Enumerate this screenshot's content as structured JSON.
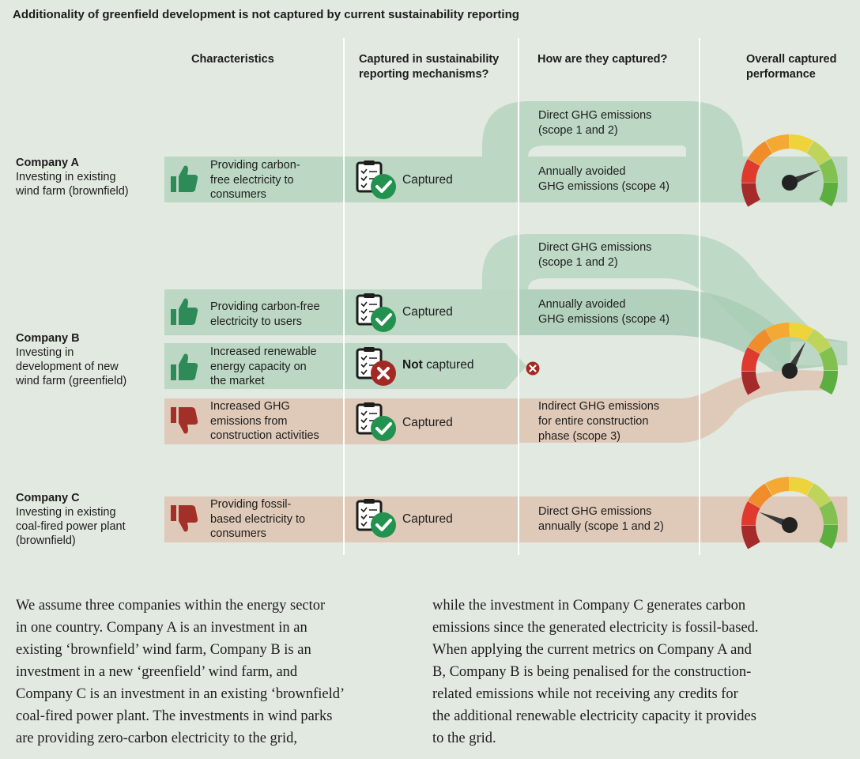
{
  "title": "Additionality of greenfield development is not captured by current sustainability reporting",
  "headers": {
    "characteristics": "Characteristics",
    "captured_line1": "Captured in sustainability",
    "captured_line2": "reporting mechanisms?",
    "how": "How are they captured?",
    "overall_line1": "Overall captured",
    "overall_line2": "performance"
  },
  "companies": {
    "a": {
      "name": "Company A",
      "desc": [
        "Investing in existing",
        "wind farm (brownfield)"
      ]
    },
    "b": {
      "name": "Company B",
      "desc": [
        "Investing in",
        "development of new",
        "wind farm (greenfield)"
      ]
    },
    "c": {
      "name": "Company C",
      "desc": [
        "Investing in existing",
        "coal-fired power plant",
        "(brownfield)"
      ]
    }
  },
  "rows": {
    "a1": {
      "char": [
        "Providing carbon-",
        "free electricity to",
        "consumers"
      ],
      "status": "Captured",
      "how": [
        "Annually avoided",
        "GHG emissions (scope 4)"
      ],
      "flow": [
        "Direct GHG emissions",
        "(scope 1 and 2)"
      ]
    },
    "b1": {
      "char": [
        "Providing carbon-free",
        "electricity to users"
      ],
      "status": "Captured",
      "how": [
        "Annually avoided",
        "GHG emissions (scope 4)"
      ],
      "flow": [
        "Direct GHG emissions",
        "(scope 1 and 2)"
      ]
    },
    "b2": {
      "char": [
        "Increased renewable",
        "energy capacity on",
        "the market"
      ],
      "status_bold": "Not",
      "status_rest": " captured"
    },
    "b3": {
      "char": [
        "Increased GHG",
        "emissions from",
        "construction activities"
      ],
      "status": "Captured",
      "how": [
        "Indirect GHG emissions",
        "for entire construction",
        "phase (scope 3)"
      ]
    },
    "c1": {
      "char": [
        "Providing fossil-",
        "based electricity to",
        "consumers"
      ],
      "status": "Captured",
      "how": [
        "Direct GHG emissions",
        "annually (scope 1 and 2)"
      ]
    }
  },
  "gauges": {
    "company_a": 0.78,
    "company_b": 0.62,
    "company_c": 0.22
  },
  "gauge_colors": [
    "#a52a2a",
    "#e03a2f",
    "#f08c2a",
    "#f4aa32",
    "#efd33a",
    "#bfd45a",
    "#82c150",
    "#5cae3f"
  ],
  "colors": {
    "green_band": "#bcd8c4",
    "pink_band": "#dfc9b9",
    "thumb_up": "#2e8b57",
    "thumb_down": "#a33028",
    "check": "#23924f",
    "cross": "#a32a24"
  },
  "paragraph_left": [
    "We assume three companies within the energy sector",
    "in one country. Company A is an investment in an",
    "existing ‘brownfield’ wind farm, Company B is an",
    "investment in a new ‘greenfield’ wind farm, and",
    "Company C is an investment in an existing ‘brownfield’",
    "coal-fired power plant. The investments in wind parks",
    "are providing zero-carbon electricity to the grid,"
  ],
  "paragraph_right": [
    "while the investment in Company C generates carbon",
    "emissions since the generated electricity is fossil-based.",
    "When applying the current metrics on Company A and",
    "B, Company B is being penalised for the construction-",
    "related emissions while not receiving any credits for",
    "the additional renewable electricity capacity it provides",
    "to the grid."
  ]
}
